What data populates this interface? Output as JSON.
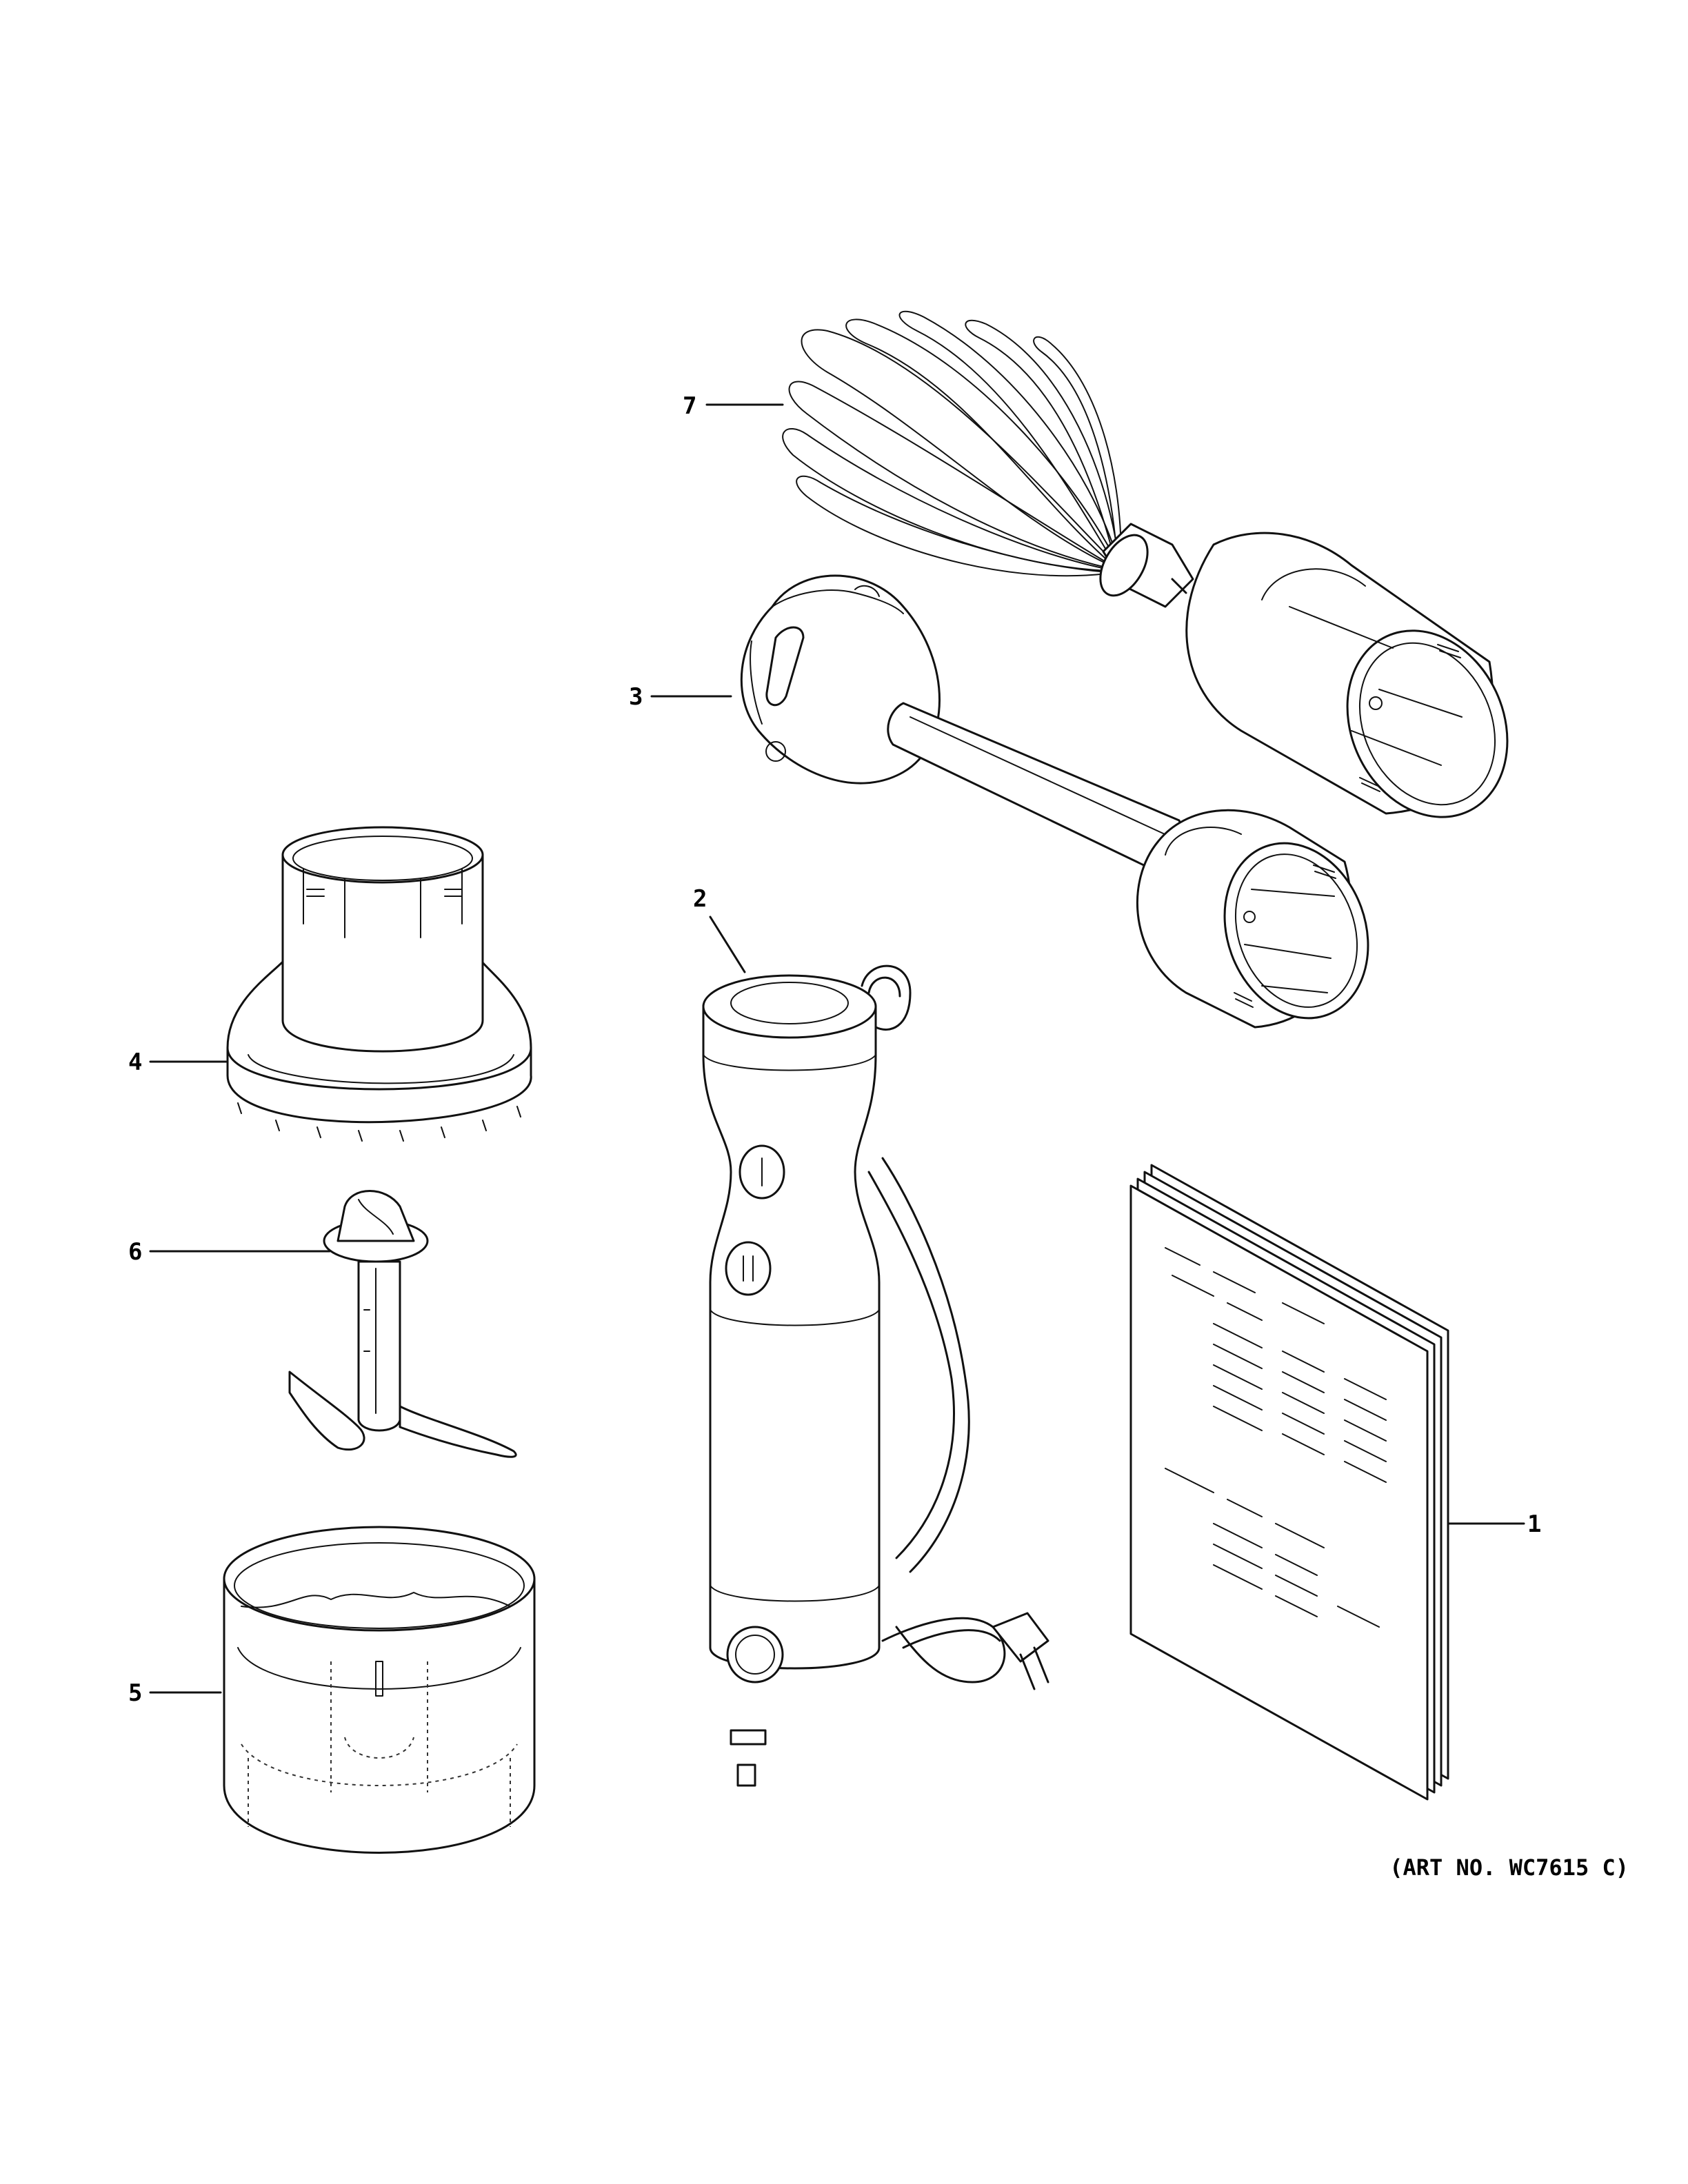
{
  "diagram": {
    "art_number": "(ART NO. WC7615 C)",
    "callouts": [
      {
        "id": "1",
        "label": "1",
        "part": "owner's manual"
      },
      {
        "id": "2",
        "label": "2",
        "part": "motor handle"
      },
      {
        "id": "3",
        "label": "3",
        "part": "blending shaft"
      },
      {
        "id": "4",
        "label": "4",
        "part": "chopper lid"
      },
      {
        "id": "5",
        "label": "5",
        "part": "chopper bowl"
      },
      {
        "id": "6",
        "label": "6",
        "part": "chopper blade"
      },
      {
        "id": "7",
        "label": "7",
        "part": "whisk attachment"
      }
    ]
  }
}
